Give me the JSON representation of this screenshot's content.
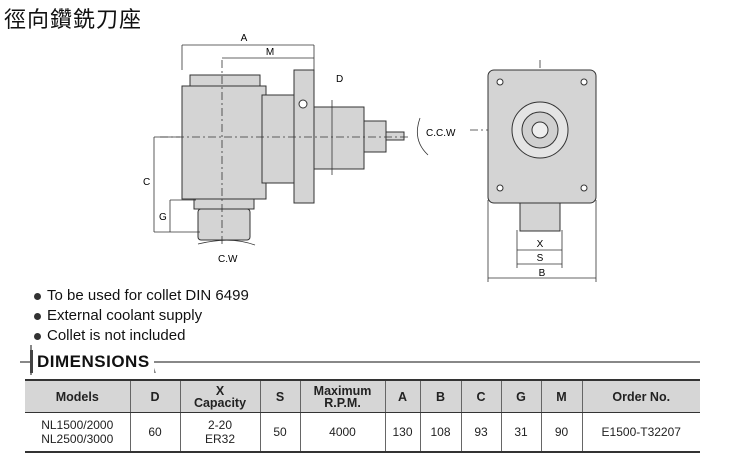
{
  "title": "徑向鑽銑刀座",
  "drawing_labels": {
    "A": "A",
    "M": "M",
    "D": "D",
    "C": "C",
    "G": "G",
    "ccw": "C.C.W",
    "cw": "C.W",
    "X": "X",
    "S": "S",
    "B": "B"
  },
  "features": [
    "To be used for collet DIN 6499",
    "External coolant supply",
    "Collet is not included"
  ],
  "section_title": "DIMENSIONS",
  "table": {
    "headers": [
      [
        "Models"
      ],
      [
        "D"
      ],
      [
        "X",
        "Capacity"
      ],
      [
        "S"
      ],
      [
        "Maximum",
        "R.P.M."
      ],
      [
        "A"
      ],
      [
        "B"
      ],
      [
        "C"
      ],
      [
        "G"
      ],
      [
        "M"
      ],
      [
        "Order No."
      ]
    ],
    "rows": [
      [
        [
          "NL1500/2000",
          "NL2500/3000"
        ],
        [
          "60"
        ],
        [
          "2-20",
          "ER32"
        ],
        [
          "50"
        ],
        [
          "4000"
        ],
        [
          "130"
        ],
        [
          "108"
        ],
        [
          "93"
        ],
        [
          "31"
        ],
        [
          "90"
        ],
        [
          "E1500-T32207"
        ]
      ]
    ]
  }
}
